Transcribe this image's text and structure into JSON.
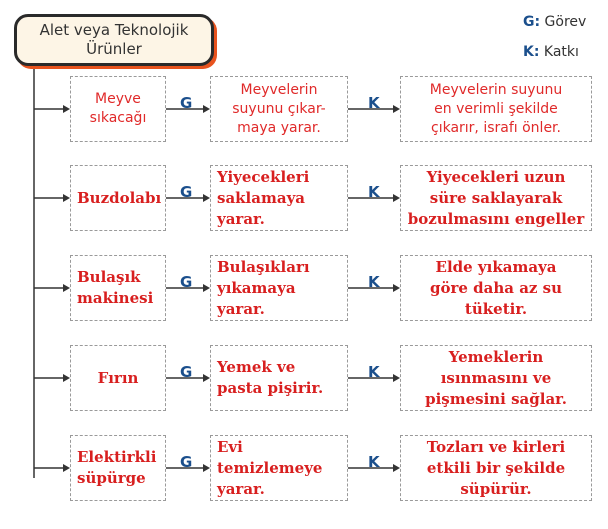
{
  "title_lines": [
    "Alet veya Teknolojik",
    "Ürünler"
  ],
  "legend": {
    "g": {
      "key": "G:",
      "label": "Görev"
    },
    "k": {
      "key": "K:",
      "label": "Katkı"
    }
  },
  "rows": [
    {
      "g": "G",
      "k": "K",
      "tool": [
        "Meyve",
        "sıkacağı"
      ],
      "task": [
        "Meyvelerin",
        "suyunu çıkar-",
        "maya yarar."
      ],
      "contribution": [
        "Meyvelerin suyunu",
        "en verimli şekilde",
        "çıkarır, israfı önler."
      ]
    },
    {
      "g": "G",
      "k": "K",
      "tool": [
        "Buzdolabı"
      ],
      "task": [
        "Yiyecekleri",
        "saklamaya",
        "yarar."
      ],
      "contribution": [
        "Yiyecekleri uzun",
        "süre saklayarak",
        "bozulmasını engeller"
      ]
    },
    {
      "g": "G",
      "k": "K",
      "tool": [
        "Bulaşık",
        "makinesi"
      ],
      "task": [
        "Bulaşıkları",
        "yıkamaya",
        "yarar."
      ],
      "contribution": [
        "Elde yıkamaya",
        "göre daha az su",
        "tüketir."
      ]
    },
    {
      "g": "G",
      "k": "K",
      "tool": [
        "Fırın"
      ],
      "task": [
        "Yemek ve",
        "pasta pişirir."
      ],
      "contribution": [
        "Yemeklerin",
        "ısınmasını ve",
        "pişmesini sağlar."
      ]
    },
    {
      "g": "G",
      "k": "K",
      "tool": [
        "Elektirkli",
        "süpürge"
      ],
      "task": [
        "Evi",
        "temizlemeye",
        "yarar."
      ],
      "contribution": [
        "Tozları ve kirleri",
        "etkili bir şekilde",
        "süpürür."
      ]
    }
  ]
}
